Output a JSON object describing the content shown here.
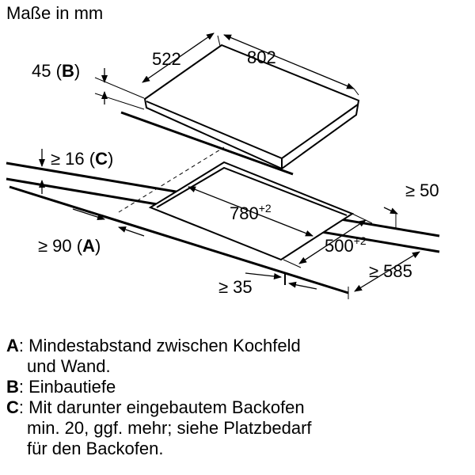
{
  "title": "Maße in mm",
  "dimensions": {
    "depth_hob": "522",
    "width_hob": "802",
    "thickness": "45",
    "thickness_key": "B",
    "worktop_min": "≥ 16",
    "worktop_key": "C",
    "cutout_width": "780",
    "cutout_width_tol": "+2",
    "cutout_depth": "500",
    "cutout_depth_tol": "+2",
    "rear_gap": "≥ 50",
    "wall_gap": "≥ 90",
    "wall_key": "A",
    "front_gap": "≥ 35",
    "worktop_depth": "≥ 585"
  },
  "legend": [
    {
      "key": "A",
      "line1": ": Mindestabstand zwischen Kochfeld",
      "line2": "und Wand."
    },
    {
      "key": "B",
      "line1": ": Einbautiefe",
      "line2": ""
    },
    {
      "key": "C",
      "line1": ": Mit darunter eingebautem Backofen",
      "line2": "min. 20, ggf. mehr; siehe Platzbedarf",
      "line3": "für den Backofen."
    }
  ],
  "colors": {
    "line": "#000000",
    "background": "#ffffff"
  }
}
